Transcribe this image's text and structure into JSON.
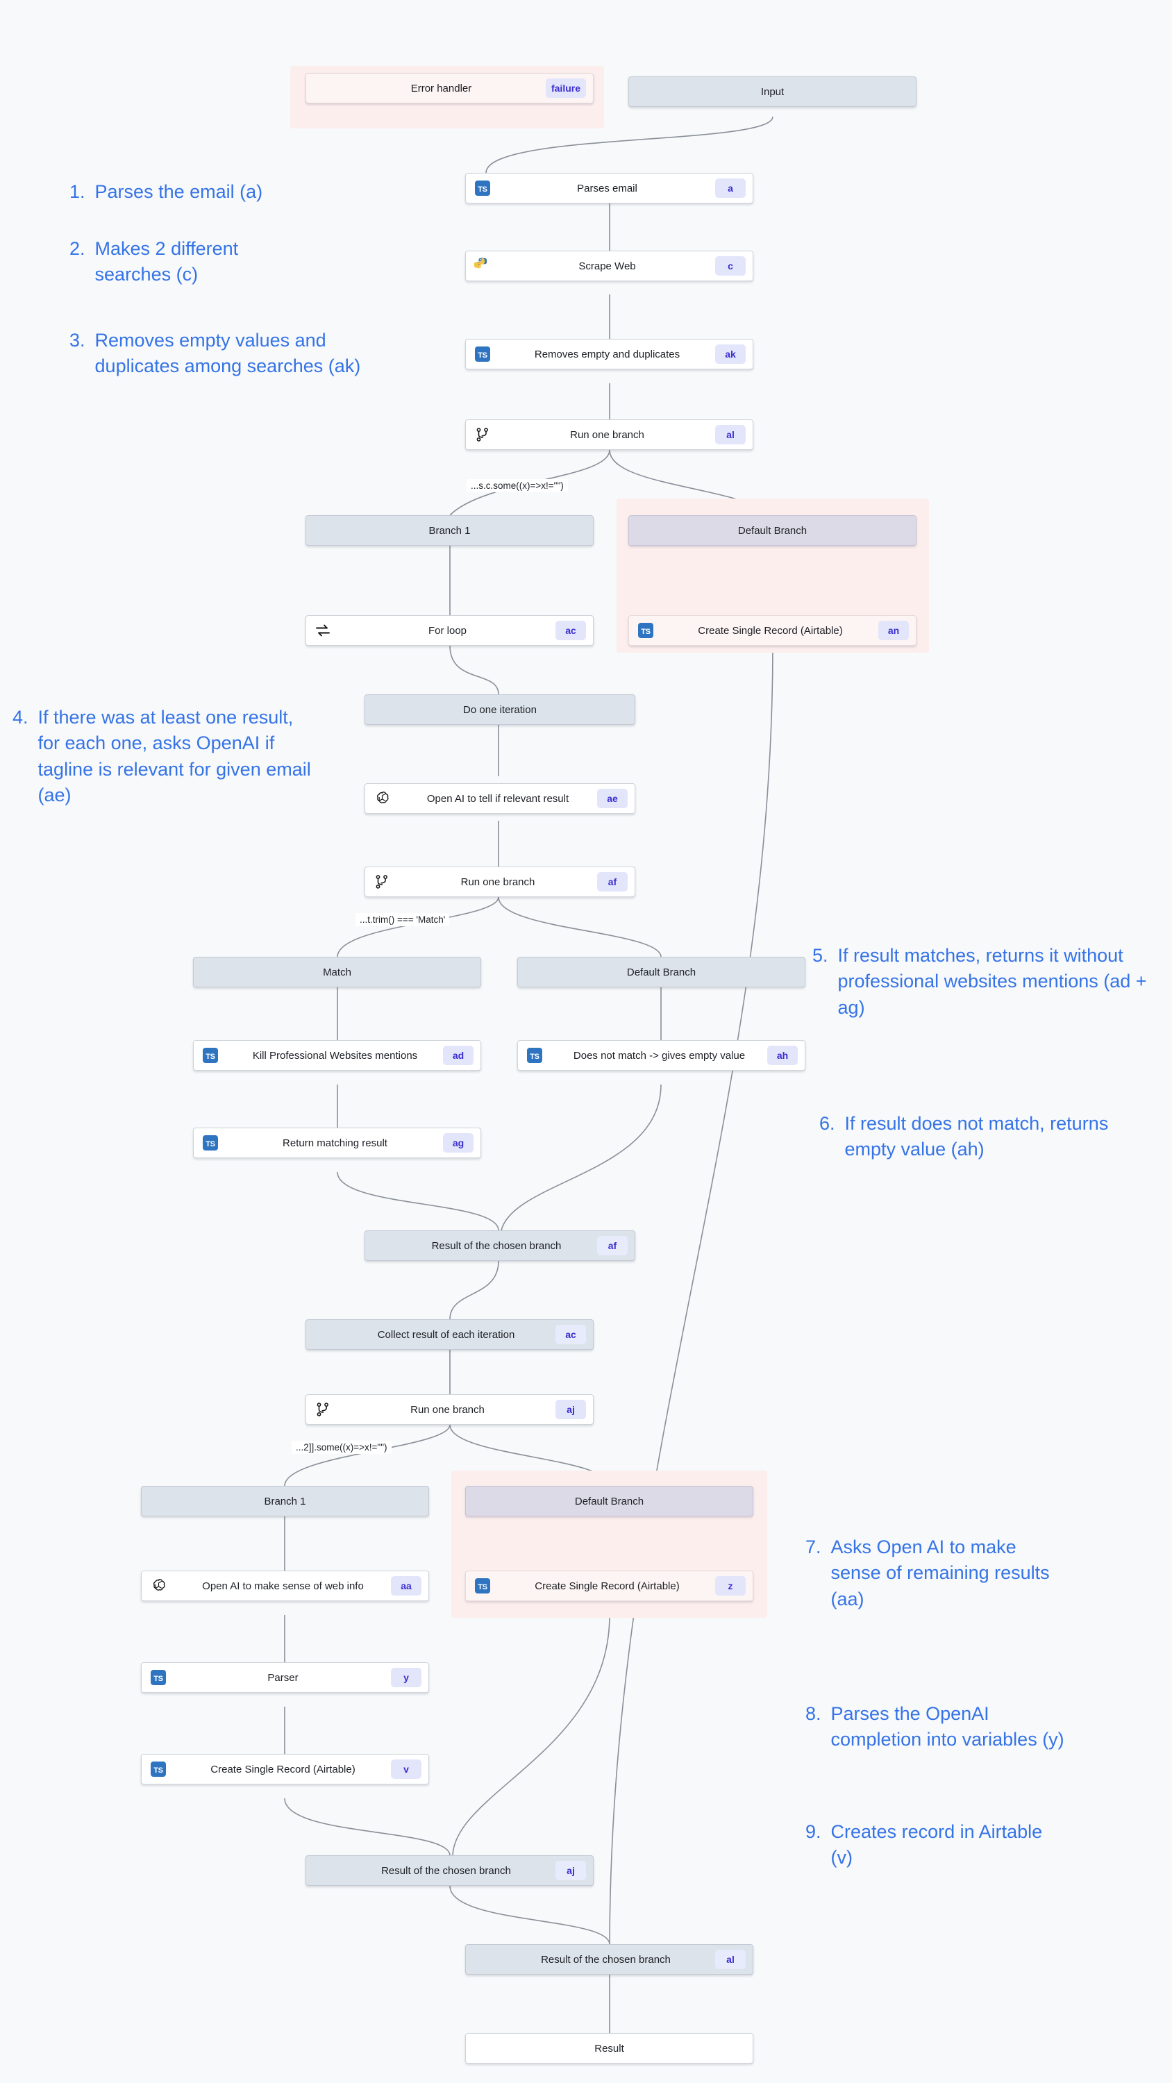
{
  "colors": {
    "canvas_bg": "#f7f9fb",
    "accent_note": "#3573e6",
    "badge_bg": "#e3e6fb",
    "badge_text": "#3b2ed0",
    "summary_fill": "#dde3ea",
    "error_band": "#fdeeee",
    "edge_stroke": "#8a8f98"
  },
  "nodes": {
    "error_handler": {
      "label": "Error handler",
      "badge": "failure",
      "icon": "none"
    },
    "input": {
      "label": "Input",
      "badge": "",
      "icon": "none"
    },
    "parses_email": {
      "label": "Parses email",
      "badge": "a",
      "icon": "typescript-icon"
    },
    "scrape_web": {
      "label": "Scrape Web",
      "badge": "c",
      "icon": "python-icon"
    },
    "removes_empty": {
      "label": "Removes empty and duplicates",
      "badge": "ak",
      "icon": "typescript-icon"
    },
    "run_branch_al": {
      "label": "Run one branch",
      "badge": "al",
      "icon": "branch-icon"
    },
    "branch1_top": {
      "label": "Branch 1",
      "badge": "",
      "icon": "none"
    },
    "default_top": {
      "label": "Default Branch",
      "badge": "",
      "icon": "none"
    },
    "for_loop": {
      "label": "For loop",
      "badge": "ac",
      "icon": "loop-icon"
    },
    "create_rec_an": {
      "label": "Create Single Record (Airtable)",
      "badge": "an",
      "icon": "typescript-icon"
    },
    "do_one_iter": {
      "label": "Do one iteration",
      "badge": "",
      "icon": "none"
    },
    "openai_ae": {
      "label": "Open AI to tell if relevant result",
      "badge": "ae",
      "icon": "openai-icon"
    },
    "run_branch_af": {
      "label": "Run one branch",
      "badge": "af",
      "icon": "branch-icon"
    },
    "match_hdr": {
      "label": "Match",
      "badge": "",
      "icon": "none"
    },
    "default_mid": {
      "label": "Default Branch",
      "badge": "",
      "icon": "none"
    },
    "kill_mentions": {
      "label": "Kill Professional Websites mentions",
      "badge": "ad",
      "icon": "typescript-icon"
    },
    "no_match_ah": {
      "label": "Does not match -> gives empty value",
      "badge": "ah",
      "icon": "typescript-icon"
    },
    "return_match": {
      "label": "Return matching result",
      "badge": "ag",
      "icon": "typescript-icon"
    },
    "result_af": {
      "label": "Result of the chosen branch",
      "badge": "af",
      "icon": "none"
    },
    "collect_ac": {
      "label": "Collect result of each iteration",
      "badge": "ac",
      "icon": "none"
    },
    "run_branch_aj": {
      "label": "Run one branch",
      "badge": "aj",
      "icon": "branch-icon"
    },
    "branch1_bot": {
      "label": "Branch 1",
      "badge": "",
      "icon": "none"
    },
    "default_bot": {
      "label": "Default Branch",
      "badge": "",
      "icon": "none"
    },
    "openai_aa": {
      "label": "Open AI to make sense of web info",
      "badge": "aa",
      "icon": "openai-icon"
    },
    "create_rec_z": {
      "label": "Create Single Record (Airtable)",
      "badge": "z",
      "icon": "typescript-icon"
    },
    "parser_y": {
      "label": "Parser",
      "badge": "y",
      "icon": "typescript-icon"
    },
    "create_rec_v": {
      "label": "Create Single Record (Airtable)",
      "badge": "v",
      "icon": "typescript-icon"
    },
    "result_aj": {
      "label": "Result of the chosen branch",
      "badge": "aj",
      "icon": "none"
    },
    "result_al": {
      "label": "Result of the chosen branch",
      "badge": "al",
      "icon": "none"
    },
    "result_end": {
      "label": "Result",
      "badge": "",
      "icon": "none"
    }
  },
  "edge_conditions": {
    "cond_top": "...s.c.some((x)=>x!=\"\")",
    "cond_middle": "...t.trim() === 'Match'",
    "cond_bottom": "...2]].some((x)=>x!=\"\")"
  },
  "notes": [
    {
      "num": "1.",
      "text": "Parses the email (a)"
    },
    {
      "num": "2.",
      "text": "Makes 2 different searches (c)"
    },
    {
      "num": "3.",
      "text": "Removes empty values and duplicates among searches (ak)"
    },
    {
      "num": "4.",
      "text": "If there was at least one result, for each one, asks OpenAI if tagline is relevant for given email (ae)"
    },
    {
      "num": "5.",
      "text": "If result matches, returns it without professional websites mentions (ad + ag)"
    },
    {
      "num": "6.",
      "text": "If result does not match, returns empty value (ah)"
    },
    {
      "num": "7.",
      "text": "Asks Open AI to make sense of remaining results (aa)"
    },
    {
      "num": "8.",
      "text": "Parses the OpenAI completion into variables (y)"
    },
    {
      "num": "9.",
      "text": "Creates record in Airtable (v)"
    }
  ]
}
